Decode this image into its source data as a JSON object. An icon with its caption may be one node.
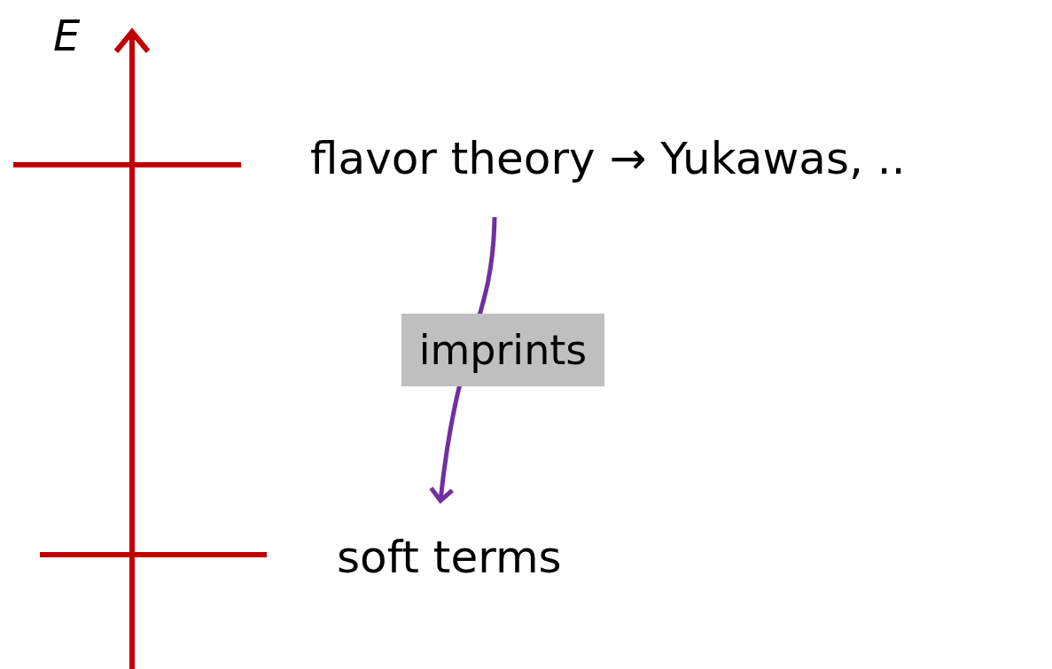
{
  "diagram": {
    "nodes": [
      {
        "text": [
          "flavor theory → Yukawas, .."
        ]
      },
      {
        "text": [
          "soft terms"
        ]
      }
    ],
    "edges": [
      {
        "from": 0,
        "to": 1,
        "arrow": "to",
        "label": "imprints",
        "color": "#7030a0"
      }
    ],
    "labels": [
      "E"
    ]
  }
}
